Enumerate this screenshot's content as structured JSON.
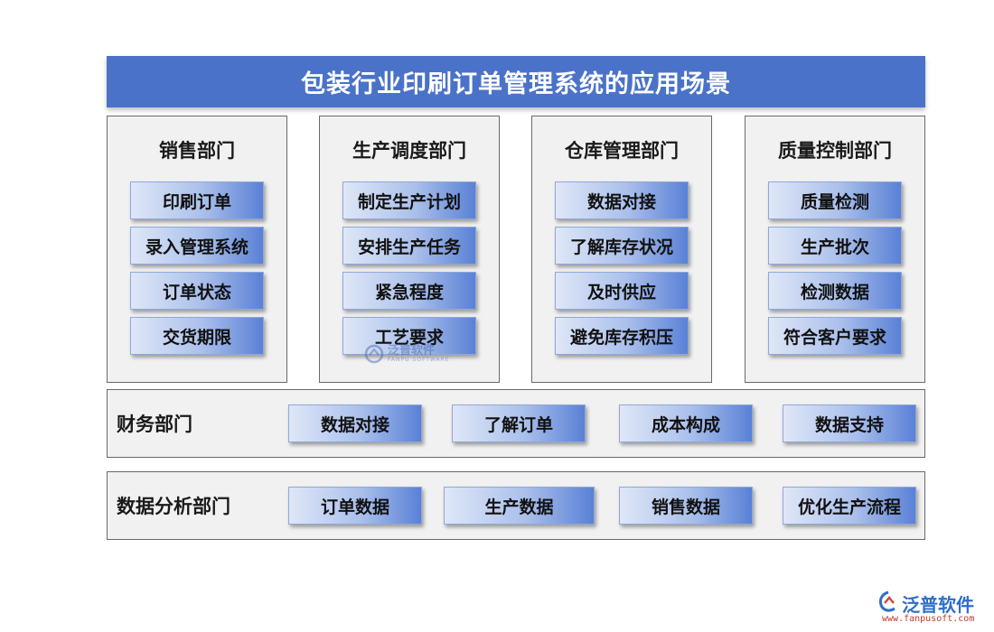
{
  "title": "包装行业印刷订单管理系统的应用场景",
  "departments": [
    {
      "name": "销售部门",
      "items": [
        "印刷订单",
        "录入管理系统",
        "订单状态",
        "交货期限"
      ]
    },
    {
      "name": "生产调度部门",
      "items": [
        "制定生产计划",
        "安排生产任务",
        "紧急程度",
        "工艺要求"
      ]
    },
    {
      "name": "仓库管理部门",
      "items": [
        "数据对接",
        "了解库存状况",
        "及时供应",
        "避免库存积压"
      ]
    },
    {
      "name": "质量控制部门",
      "items": [
        "质量检测",
        "生产批次",
        "检测数据",
        "符合客户要求"
      ]
    }
  ],
  "finance": {
    "name": "财务部门",
    "items": [
      "数据对接",
      "了解订单",
      "成本构成",
      "数据支持"
    ]
  },
  "analysis": {
    "name": "数据分析部门",
    "items": [
      "订单数据",
      "生产数据",
      "销售数据",
      "优化生产流程"
    ]
  },
  "watermark": {
    "name": "泛普软件",
    "sub": "FANPU SOFTWARE"
  },
  "logo": {
    "name": "泛普软件",
    "url": "www.fanpusoft.com"
  },
  "colors": {
    "title_bg": "#4a72c9",
    "chip_dark": "#5a81d6",
    "chip_light": "#dfe7f7",
    "panel_bg": "#f1f1f1"
  }
}
